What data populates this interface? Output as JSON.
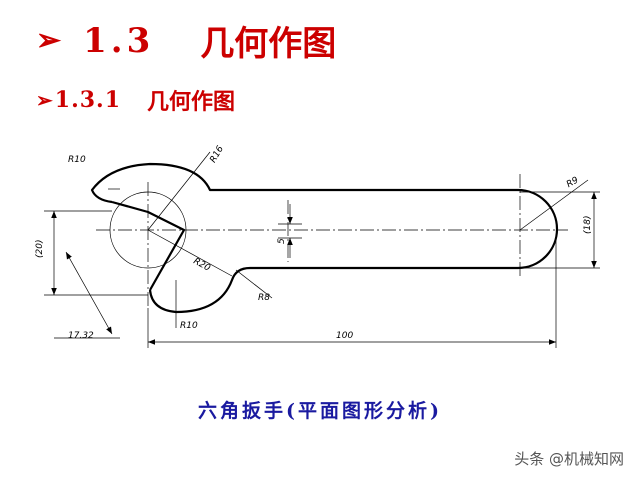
{
  "heading1": {
    "arrow": "➢",
    "number": "1.3",
    "title": "几何作图"
  },
  "heading2": {
    "arrow": "➢",
    "number": "1.3.1",
    "title": "几何作图"
  },
  "dimensions": {
    "r10_top": "R10",
    "r16": "R16",
    "r9": "R9",
    "d20": "(20)",
    "d5": "5",
    "r20": "R20",
    "d18": "(18)",
    "r8": "R8",
    "r10_bottom": "R10",
    "d17_32": "17.32",
    "d100": "100"
  },
  "caption": "六角扳手(平面图形分析)",
  "watermark": "头条 @机械知网",
  "colors": {
    "heading": "#cc0000",
    "caption": "#1a1aa0",
    "line": "#000000"
  }
}
